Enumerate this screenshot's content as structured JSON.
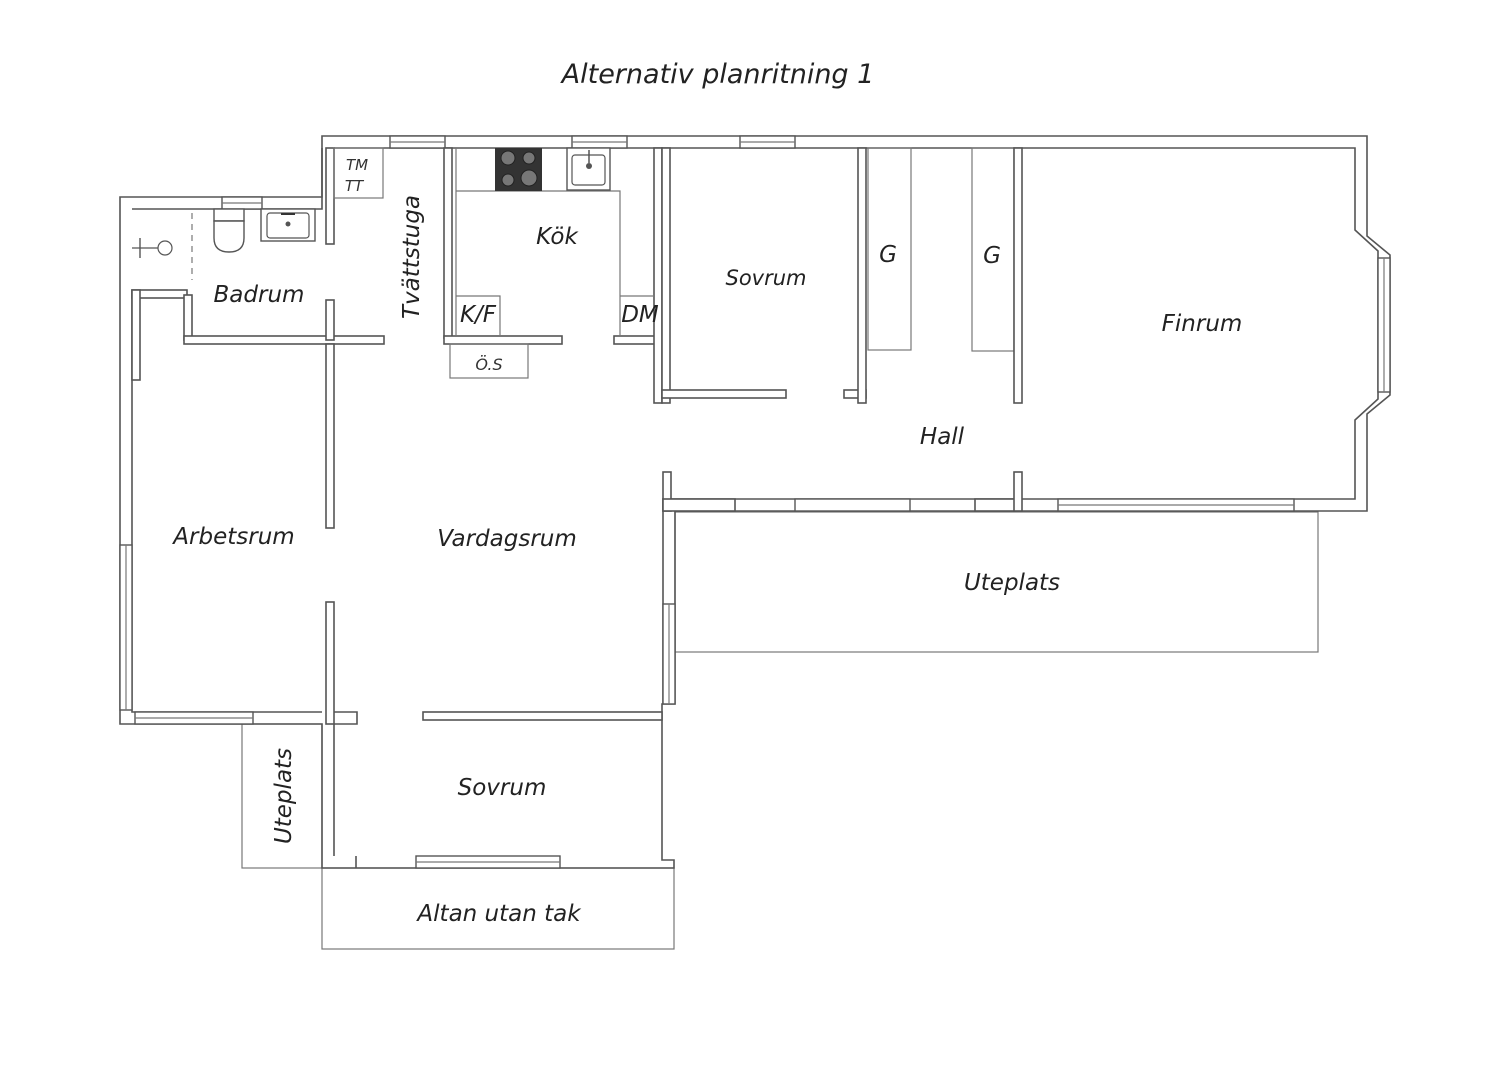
{
  "title": "Alternativ planritning 1",
  "rooms": {
    "badrum": "Badrum",
    "tvattstuga": "Tvättstuga",
    "tm": "TM",
    "tt": "TT",
    "kok": "Kök",
    "kf": "K/F",
    "dm": "DM",
    "os": "Ö.S",
    "sovrum_top": "Sovrum",
    "garderob_1": "G",
    "garderob_2": "G",
    "finrum": "Finrum",
    "hall": "Hall",
    "arbetsrum": "Arbetsrum",
    "vardagsrum": "Vardagsrum",
    "uteplats_right": "Uteplats",
    "uteplats_left": "Uteplats",
    "sovrum_bottom": "Sovrum",
    "altan": "Altan utan tak"
  },
  "icons": [
    "stove-icon",
    "kitchen-sink-icon",
    "toilet-icon",
    "bathroom-sink-icon",
    "shower-icon"
  ]
}
